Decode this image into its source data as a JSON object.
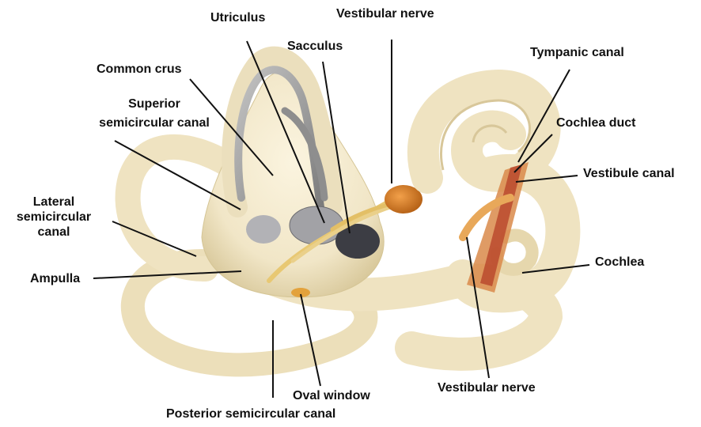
{
  "labels": {
    "utriculus": "Utriculus",
    "vestibular_nerve_top": "Vestibular nerve",
    "sacculus": "Sacculus",
    "common_crus": "Common crus",
    "superior_line1": "Superior",
    "superior_line2": "semicircular canal",
    "lateral_line1": "Lateral",
    "lateral_line2": "semicircular",
    "lateral_line3": "canal",
    "ampulla": "Ampulla",
    "tympanic_canal": "Tympanic canal",
    "cochlea_duct": "Cochlea duct",
    "vestibule_canal": "Vestibule canal",
    "cochlea": "Cochlea",
    "vestibular_nerve_bottom": "Vestibular nerve",
    "oval_window": "Oval window",
    "posterior_canal": "Posterior semicircular canal"
  },
  "colors": {
    "bone": "#f1e6c7",
    "bone_shadow": "#d9c99c",
    "membrane_gray": "#9a9a9a",
    "sacculus_dark": "#3a3a40",
    "nerve_yellow": "#e8c873",
    "nerve_orange": "#d9812a",
    "cochlea_red": "#b8452a",
    "leader": "#111111"
  }
}
